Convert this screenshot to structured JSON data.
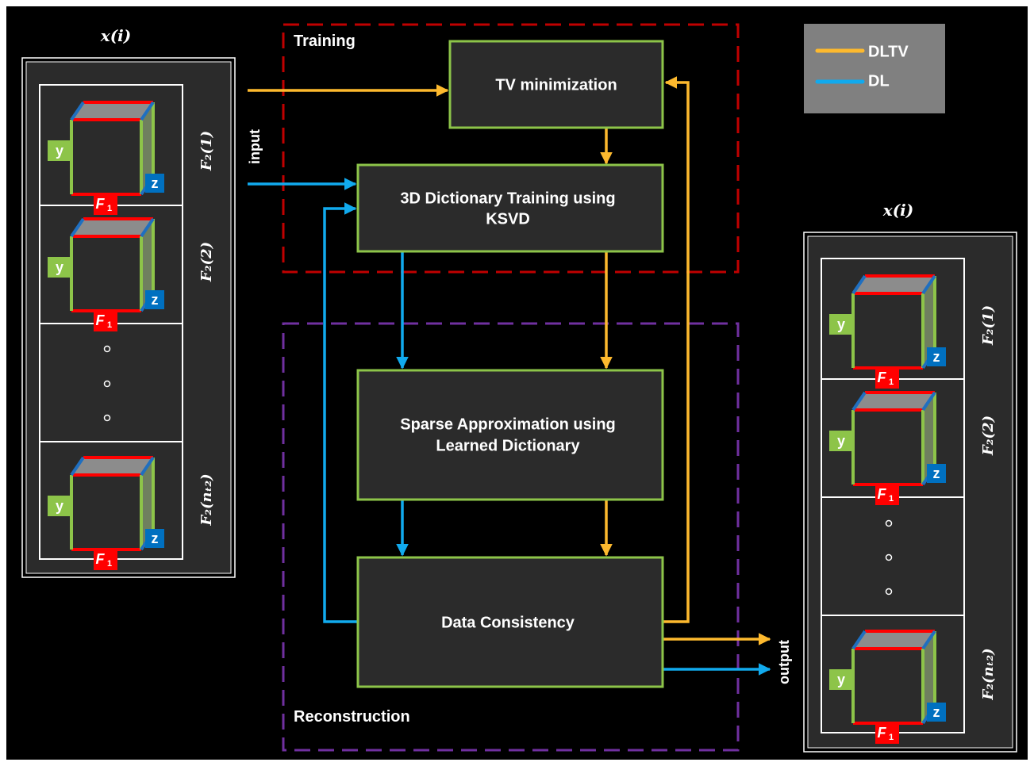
{
  "colors": {
    "dltv": "#fdb92e",
    "dl": "#11aaee",
    "box_border": "#8dc449",
    "box_fill": "#2b2b2b",
    "training_border": "#c00000",
    "reconstruction_border": "#7030a0",
    "legend_fill": "#808080",
    "cube_red": "#ff0000",
    "cube_blue": "#1f6fc0",
    "cube_green": "#8dc449",
    "z_fill": "#0070c0"
  },
  "legend": {
    "dltv_label": "DLTV",
    "dl_label": "DL"
  },
  "training": {
    "label": "Training"
  },
  "reconstruction": {
    "label": "Reconstruction"
  },
  "boxes": {
    "tv": "TV minimization",
    "dict_line1": "3D Dictionary Training using",
    "dict_line2": "KSVD",
    "sparse_line1": "Sparse Approximation using",
    "sparse_line2": "Learned Dictionary",
    "dc": "Data Consistency"
  },
  "io": {
    "input_label": "input",
    "output_label": "output"
  },
  "stacks": {
    "left_title": "x(i)",
    "right_title": "x(i)",
    "frame_labels": [
      "F₂(1)",
      "F₂(2)",
      "F₂(nₜ₂)"
    ],
    "cube_y": "y",
    "cube_z": "z",
    "cube_f": "F",
    "cube_f_sub": "1"
  }
}
